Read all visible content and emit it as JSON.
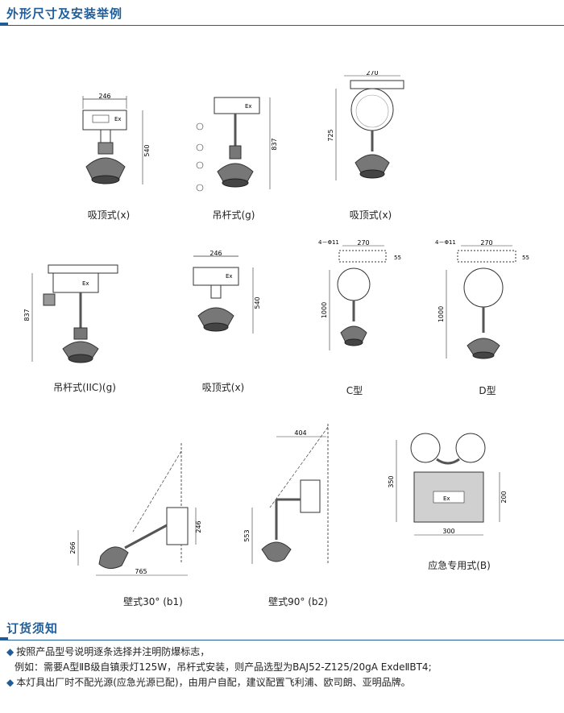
{
  "sections": {
    "dimensions_title": "外形尺寸及安装举例",
    "order_title": "订货须知"
  },
  "figures": [
    {
      "caption": "吸顶式(x)",
      "width_dim": "246",
      "height_dim": "540",
      "label": "Ex"
    },
    {
      "caption": "吊杆式(g)",
      "height_dim": "837",
      "label": "Ex"
    },
    {
      "caption": "吸顶式(x)",
      "width_dim": "270",
      "height_dim": "725"
    },
    {
      "caption": "吊杆式(IIC)(g)",
      "height_dim": "837",
      "label": "Ex"
    },
    {
      "caption": "吸顶式(x)",
      "width_dim": "246",
      "height_dim": "540",
      "label": "Ex"
    },
    {
      "caption": "C型",
      "width_dim": "270",
      "hole_dim": "4－Φ11",
      "top_dim": "55",
      "height_dim": "1000"
    },
    {
      "caption": "D型",
      "width_dim": "270",
      "hole_dim": "4－Φ11",
      "top_dim": "55",
      "height_dim": "1000"
    },
    {
      "caption": "壁式30° (b1)",
      "dim_a": "246",
      "dim_b": "266",
      "dim_c": "765"
    },
    {
      "caption": "壁式90° (b2)",
      "dim_a": "404",
      "dim_b": "553"
    },
    {
      "caption": "应急专用式(B)",
      "dim_a": "350",
      "dim_b": "200",
      "dim_c": "300",
      "label": "Ex"
    }
  ],
  "notes": {
    "line1": "按照产品型号说明逐条选择并注明防爆标志，",
    "line2": "例如：需要A型ⅡB级自镇汞灯125W，吊杆式安装，则产品选型为BAJ52-Z125/20gA ExdeⅡBT4;",
    "line3": "本灯具出厂时不配光源(应急光源已配)，由用户自配，建议配置飞利浦、欧司朗、亚明品牌。"
  },
  "colors": {
    "accent": "#1f5d9a",
    "line": "#333333"
  }
}
